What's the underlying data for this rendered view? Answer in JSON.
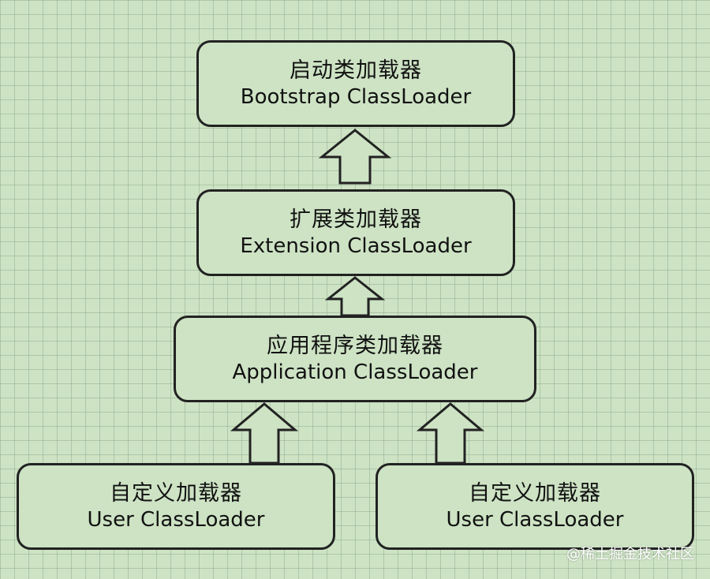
{
  "diagram": {
    "nodes": {
      "bootstrap": {
        "zh": "启动类加载器",
        "en": "Bootstrap ClassLoader"
      },
      "extension": {
        "zh": "扩展类加载器",
        "en": "Extension ClassLoader"
      },
      "application": {
        "zh": "应用程序类加载器",
        "en": "Application ClassLoader"
      },
      "user_left": {
        "zh": "自定义加载器",
        "en": "User ClassLoader"
      },
      "user_right": {
        "zh": "自定义加载器",
        "en": "User ClassLoader"
      }
    },
    "edges": [
      {
        "from": "extension",
        "to": "bootstrap"
      },
      {
        "from": "application",
        "to": "extension"
      },
      {
        "from": "user_left",
        "to": "application"
      },
      {
        "from": "user_right",
        "to": "application"
      }
    ]
  },
  "watermark": "@稀土掘金技术社区",
  "colors": {
    "background": "#cde3c4",
    "grid": "#9caf91",
    "stroke": "#222222"
  }
}
